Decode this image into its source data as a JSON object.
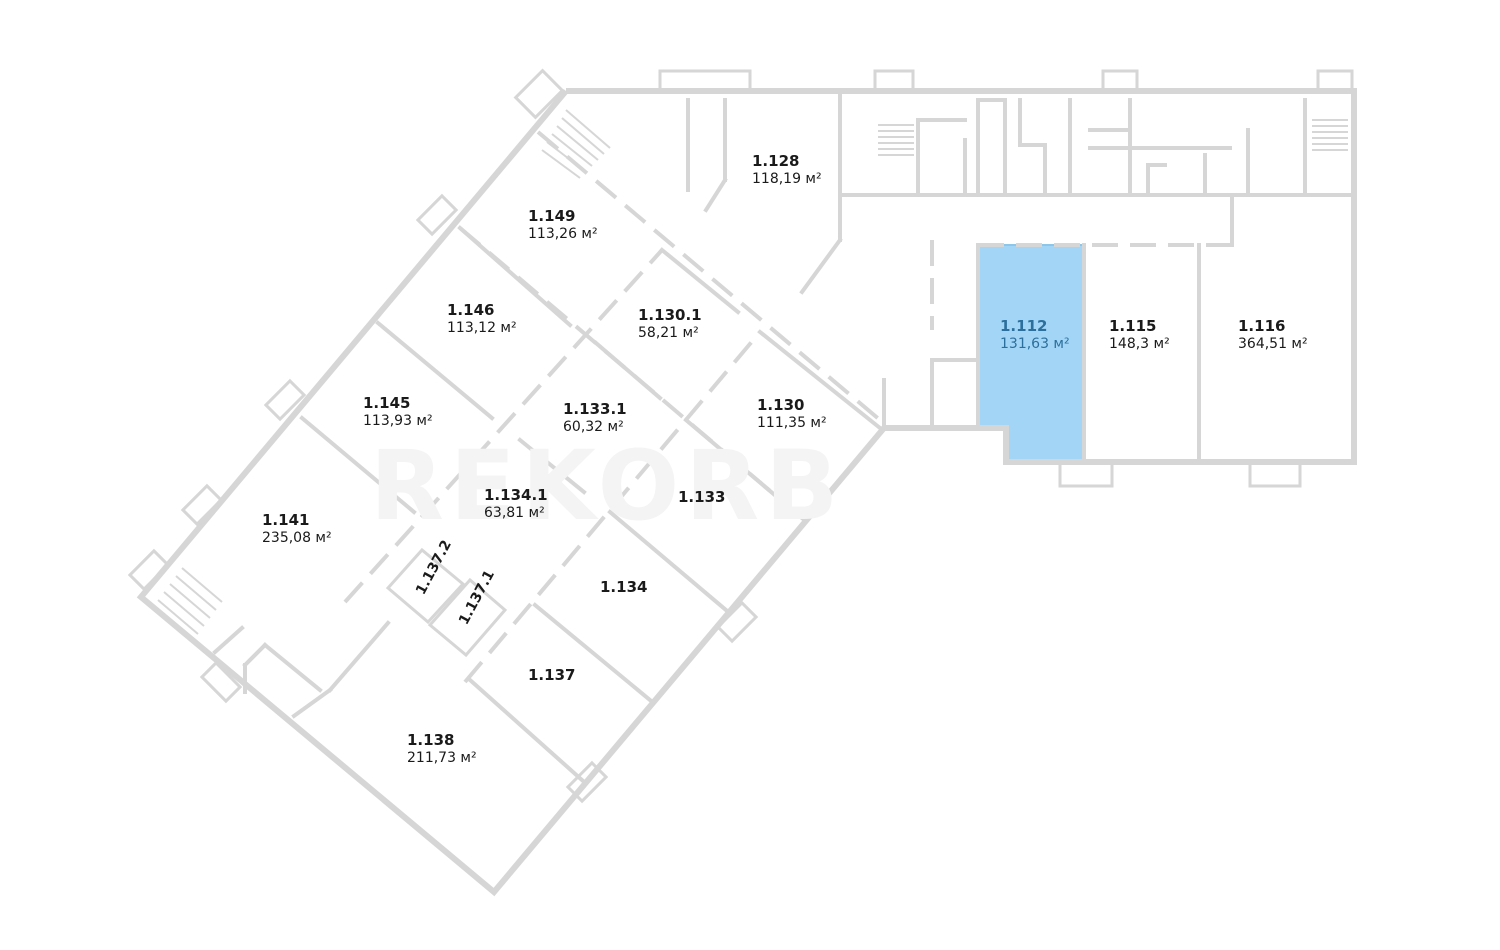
{
  "watermark": "REKORB",
  "colors": {
    "walls": "#d6d6d6",
    "highlight": "#a3d6f6",
    "highlight_text": "#2c6f9c",
    "text": "#1a1a1a"
  },
  "rooms": [
    {
      "id": "1.128",
      "area": "118,19 м²"
    },
    {
      "id": "1.149",
      "area": "113,26 м²"
    },
    {
      "id": "1.146",
      "area": "113,12 м²"
    },
    {
      "id": "1.130.1",
      "area": "58,21 м²"
    },
    {
      "id": "1.145",
      "area": "113,93 м²"
    },
    {
      "id": "1.133.1",
      "area": "60,32 м²"
    },
    {
      "id": "1.130",
      "area": "111,35 м²"
    },
    {
      "id": "1.112",
      "area": "131,63 м²",
      "highlighted": true
    },
    {
      "id": "1.115",
      "area": "148,3 м²"
    },
    {
      "id": "1.116",
      "area": "364,51 м²"
    },
    {
      "id": "1.134.1",
      "area": "63,81 м²"
    },
    {
      "id": "1.133",
      "area": ""
    },
    {
      "id": "1.141",
      "area": "235,08 м²"
    },
    {
      "id": "1.137.2",
      "area": ""
    },
    {
      "id": "1.137.1",
      "area": ""
    },
    {
      "id": "1.134",
      "area": ""
    },
    {
      "id": "1.137",
      "area": ""
    },
    {
      "id": "1.138",
      "area": "211,73 м²"
    }
  ]
}
